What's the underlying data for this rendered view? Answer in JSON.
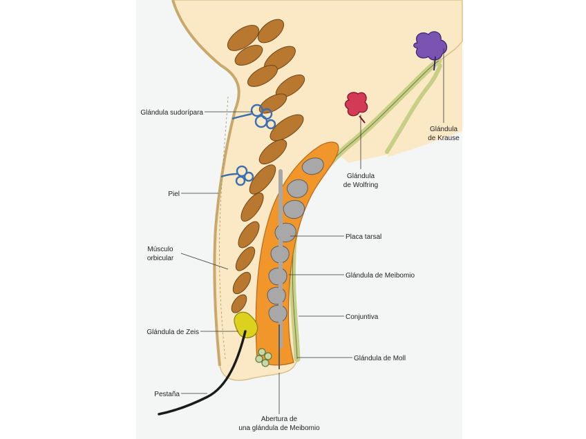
{
  "labels": {
    "sudoripara": "Glándula sudorípara",
    "piel": "Piel",
    "musculo_1": "Músculo",
    "musculo_2": "orbicular",
    "zeis": "Glándula de Zeis",
    "pestana": "Pestaña",
    "abertura_1": "Abertura de",
    "abertura_2": "una glándula de Meibomio",
    "moll": "Glándula de Moll",
    "conjuntiva": "Conjuntiva",
    "meibomio": "Glándula de Meibomio",
    "placa": "Placa tarsal",
    "wolfring_1": "Glándula",
    "wolfring_2": "de Wolfring",
    "krause_1": "Glándula",
    "krause_2": "de Krause"
  },
  "colors": {
    "page_bg": "#f3f6f4",
    "skin": "#fbe9c6",
    "skin_outline": "#d9c08a",
    "muscle": "#b8782f",
    "muscle_outline": "#6e4414",
    "tarsal_plate": "#f0962a",
    "meibomian": "#a8a8a8",
    "conjunctiva": "#c7cf86",
    "sweat_gland": "#3c6fb0",
    "zeis": "#dcd11c",
    "moll": "#8fa86b",
    "wolfring": "#d23a55",
    "krause": "#7a52b0",
    "eyelash": "#1b1b1b"
  }
}
